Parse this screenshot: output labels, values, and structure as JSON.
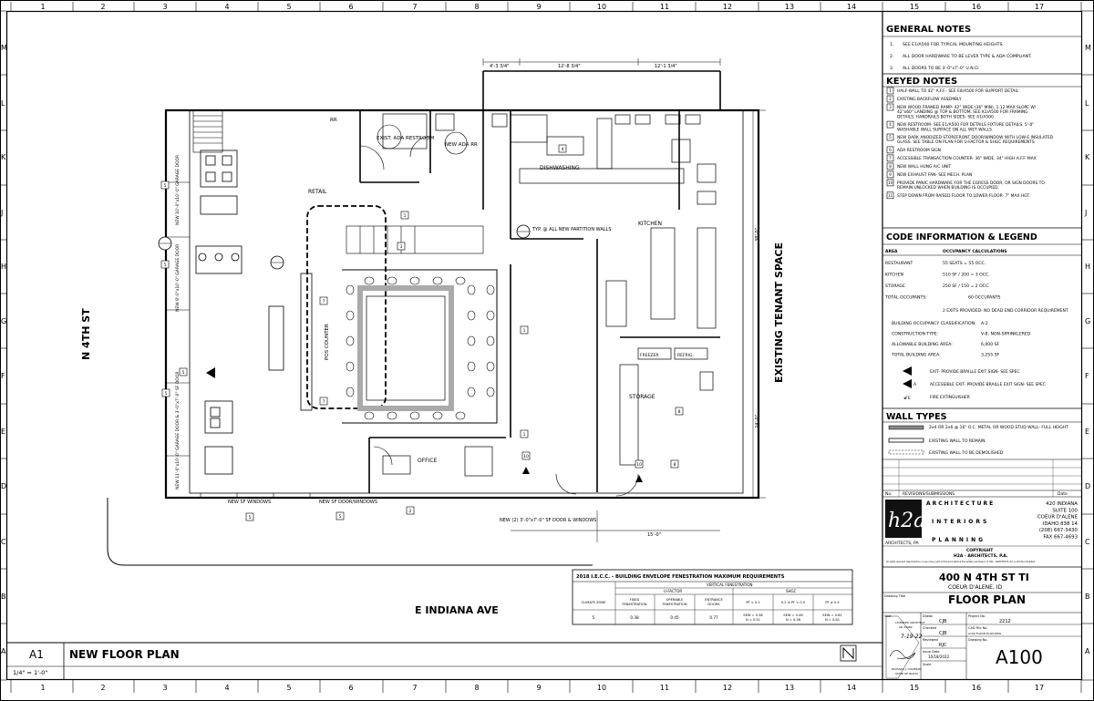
{
  "grid": {
    "columns": [
      "1",
      "2",
      "3",
      "4",
      "5",
      "6",
      "7",
      "8",
      "9",
      "10",
      "11",
      "12",
      "13",
      "14",
      "15",
      "16",
      "17"
    ],
    "rows": [
      "M",
      "L",
      "K",
      "J",
      "H",
      "G",
      "F",
      "E",
      "D",
      "C",
      "B",
      "A"
    ]
  },
  "plan": {
    "street_left": "N 4TH ST",
    "street_bottom": "E INDIANA AVE",
    "adjacent": "EXISTING TENANT SPACE",
    "rooms": [
      "RETAIL",
      "EXIST. ADA RESTROOM",
      "NEW ADA RR",
      "DISHWASHING",
      "KITCHEN",
      "STORAGE",
      "OFFICE",
      "POS COUNTER",
      "RR"
    ],
    "labels": {
      "garage_top": "NEW 10'-0\"x10'-0\" GARAGE DOOR",
      "garage_mid": "NEW 8'-0\"x10'-0\" GARAGE DOOR",
      "garage_low": "NEW 11'-0\"x10'-0\" GARAGE DOOR & 3'-0\"x7'-0\" SF DOOR",
      "sf_windows": "NEW SF WINDOWS",
      "sf_door": "NEW SF DOOR/WINDOWS",
      "sf_door2": "NEW (2) 3'-0\"x7'-0\" SF DOOR & WINDOWS",
      "partition": "TYP. @ ALL NEW PARTITION WALLS",
      "freezer": "FREEZER",
      "refrig": "REFRIG.",
      "dim_1": "4'-3 3/4\"",
      "dim_2": "12'-8 3/4\"",
      "dim_3": "12'-1 3/4\"",
      "dim_bottom": "15'-0\"",
      "dim_right": "38'-0\"",
      "dim_right2": "24'-0\""
    }
  },
  "notes": {
    "general_title": "GENERAL NOTES",
    "general": [
      {
        "n": "1.",
        "t": "SEE E1/A500 FOR TYPICAL MOUNTING HEIGHTS."
      },
      {
        "n": "2.",
        "t": "ALL DOOR HARDWARE TO BE LEVER TYPE & ADA COMPLIANT."
      },
      {
        "n": "3.",
        "t": "ALL DOORS TO BE 3'-0\"x7'-0\" U.N.O."
      }
    ],
    "keyed_title": "KEYED NOTES",
    "keyed": [
      {
        "n": "1",
        "t": "HALF-WALL TO 42\" A.F.F.- SEE E8/A500 FOR SUPPORT DETAIL"
      },
      {
        "n": "2",
        "t": "EXISTING BACKFLOW ASSEMBLY"
      },
      {
        "n": "3",
        "t": "NEW WOOD FRAMED RAMP- 42\" WIDE (36\" MIN), 1:12 MAX SLOPE W/ 42\"x60\" LANDING @ TOP & BOTTOM. SEE K1/A500 FOR FRAMING DETAILS. HANDRAILS BOTH SIDES- SEE A1/A500"
      },
      {
        "n": "4",
        "t": "NEW RESTROOM- SEE E1/A500 FOR DETAILS FIXTURE DETAILS. 5'-0\" WASHABLE WALL SURFACE ON ALL WET WALLS."
      },
      {
        "n": "5",
        "t": "NEW DARK ANODIZED STOREFRONT DOOR/WINDOW WITH LOW-E INSULATED GLASS. SEE TABLE ON PLAN FOR U-FACTOR & SHGC REQUIREMENTS"
      },
      {
        "n": "6",
        "t": "ADA RESTROOM SIGN"
      },
      {
        "n": "7",
        "t": "ACCESSIBLE TRANSACTION COUNTER- 36\" WIDE, 34\" HIGH A.F.F. MAX"
      },
      {
        "n": "8",
        "t": "NEW WALL HUNG A/C UNIT"
      },
      {
        "n": "9",
        "t": "NEW EXHAUST FAN- SEE MECH. PLAN"
      },
      {
        "n": "10",
        "t": "PROVIDE PANIC HARDWARE FOR THE EGRESS DOOR, OR SIGN DOORS TO REMAIN UNLOCKED WHEN BUILDING IS OCCUPIED."
      },
      {
        "n": "11",
        "t": "STEP DOWN FROM RAISED FLOOR TO LOWER FLOOR- 7\" MAX HGT."
      }
    ]
  },
  "code": {
    "title": "CODE INFORMATION & LEGEND",
    "head": [
      "AREA",
      "OCCUPANCY CALCULATIONS"
    ],
    "rows": [
      [
        "RESTAURANT",
        "55 SEATS = 55 OCC."
      ],
      [
        "KITCHEN",
        "510 SF / 200 = 3 OCC."
      ],
      [
        "STORAGE",
        "250 SF / 150 = 2 OCC."
      ],
      [
        "TOTAL OCCUPANTS:",
        "60 OCCUPANTS"
      ]
    ],
    "exits": "2 EXITS PROVIDED- NO DEAD END CORRIDOR REQUIREMENT",
    "info": [
      [
        "BUILDING OCCUPANCY CLASSIFICATION:",
        "A-2"
      ],
      [
        "CONSTRUCTION TYPE:",
        "V-B, NON-SPRINKLERED"
      ],
      [
        "ALLOWABLE BUILDING AREA:",
        "6,000 SF"
      ],
      [
        "TOTAL BUILDING AREA:",
        "3,255 SF"
      ]
    ],
    "legend": [
      {
        "sym": "exit",
        "t": "EXIT- PROVIDE BRAILLE EXIT SIGN- SEE SPEC"
      },
      {
        "sym": "accexit",
        "t": "ACCESSIBLE EXIT- PROVIDE BRAILLE EXIT SIGN- SEE SPEC"
      },
      {
        "sym": "fe",
        "t": "FIRE EXTINGUISHER"
      }
    ]
  },
  "walls": {
    "title": "WALL TYPES",
    "items": [
      "2x4 OR 2x6 @ 16\" O.C. METAL OR WOOD STUD WALL- FULL HEIGHT",
      "EXISTING WALL TO REMAIN",
      "EXISTING WALL TO BE DEMOLISHED"
    ]
  },
  "revisions": {
    "no": "No.",
    "label": "REVISIONS/SUBMISSIONS",
    "date": "Date"
  },
  "firm": {
    "logo": "h2a",
    "logo_sub": "ARCHITECTS, PA",
    "words": [
      "ARCHITECTURE",
      "INTERIORS",
      "PLANNING"
    ],
    "addr": [
      "420 INDIANA",
      "SUITE 100",
      "COEUR D'ALENE",
      "IDAHO 838 14",
      "(208) 667-3430",
      "FAX 667-4693"
    ],
    "copyright": "COPYRIGHT",
    "copyright_firm": "H2A - ARCHITECTS, P.A.",
    "fine": "All rights reserved. Reproduction or use of any part of this work without the written permission of H2A - ARCHITECTS, P.A. is strictly prohibited."
  },
  "project": {
    "name": "400 N 4TH ST TI",
    "city": "COEUR D'ALENE, ID"
  },
  "drawing_title_label": "Drawing Title",
  "drawing_title": "FLOOR PLAN",
  "tb": {
    "drawn_label": "Drawn",
    "drawn": "CJB",
    "project_label": "Project No.",
    "project": "2212",
    "checked_label": "Checked",
    "checked": "CJB",
    "cad_label": "CAD File No.",
    "cad": "A100 FLOOR PLAN.DWG",
    "reviewed_label": "Reviewed",
    "reviewed": "RJC",
    "drawing_no_label": "Drawing No.",
    "drawing_no": "A100",
    "issue_label": "Issue Date",
    "issue": "10/18/2022",
    "scale_label": "Scale",
    "seal_label": "Seal",
    "stamp_line1": "LICENSED ARCHITECT",
    "stamp_line2": "AR 23482",
    "stamp_date": "7-19-22",
    "stamp_name": "RICHARD J. COLEMAN",
    "stamp_state": "STATE OF IDAHO"
  },
  "fen": {
    "title": "2018 I.E.C.C. - BUILDING ENVELOPE FENESTRATION MAXIMUM REQUIREMENTS",
    "vertical": "VERTICAL FENESTRATION",
    "ufactor": "U-FACTOR",
    "shgc": "SHGC",
    "heads": [
      "CLIMATE ZONE",
      "FIXED FENESTRATION",
      "OPERABLE FENESTRATION",
      "ENTRANCE DOORS",
      "PF < 0.2",
      "0.2 ≤ PF < 0.5",
      "PF ≥ 0.5"
    ],
    "row": [
      "5",
      "0.38",
      "0.45",
      "0.77",
      "SEW = 0.38 N = 0.51",
      "SEW = 0.46 N = 0.56",
      "SEW = 0.61 N = 0.61"
    ]
  },
  "bottom": {
    "sheet": "A1",
    "title": "NEW FLOOR PLAN",
    "scale": "1/4\" = 1'-0\""
  }
}
